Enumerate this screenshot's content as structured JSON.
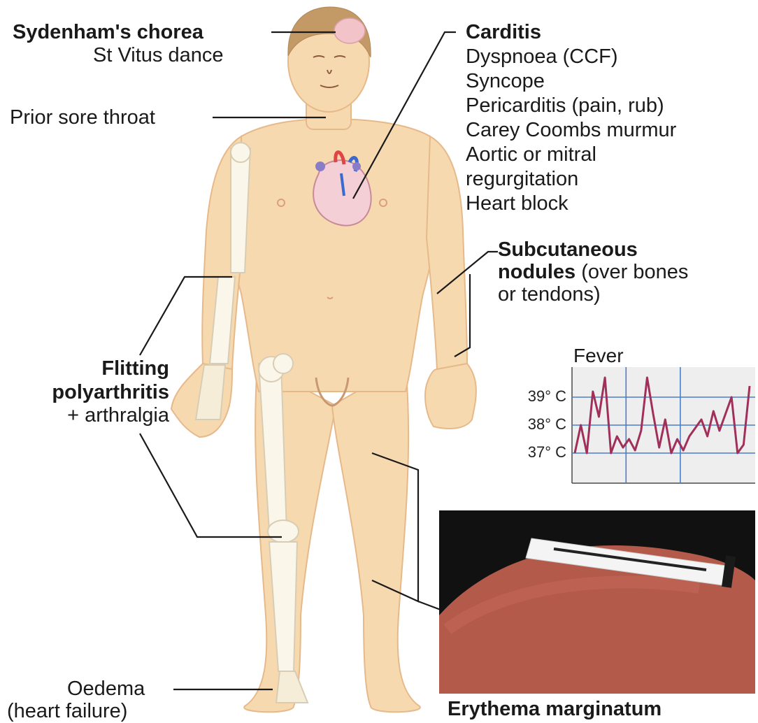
{
  "labels": {
    "sydenham_title": "Sydenham's chorea",
    "sydenham_sub": "St Vitus dance",
    "sore_throat": "Prior sore throat",
    "carditis_title": "Carditis",
    "carditis_items": [
      "Dyspnoea (CCF)",
      "Syncope",
      "Pericarditis (pain, rub)",
      "Carey Coombs murmur",
      "Aortic or mitral",
      "regurgitation",
      "Heart block"
    ],
    "nodules_title1": "Subcutaneous",
    "nodules_title2": "nodules",
    "nodules_rest1": " (over bones",
    "nodules_rest2": "or tendons)",
    "arthritis_title1": "Flitting",
    "arthritis_title2": "polyarthritis",
    "arthritis_sub": "+ arthralgia",
    "oedema": "Oedema",
    "oedema_sub": "(heart failure)",
    "erythema": "Erythema marginatum"
  },
  "colors": {
    "skin": "#f7d9b0",
    "skin_shadow": "#efc48f",
    "bone": "#fbf6ea",
    "line": "#1a1a1a",
    "fever_line": "#a0305a",
    "grid": "#4a7fc8",
    "chart_bg": "#eeeeee",
    "photo_bg": "#111111",
    "photo_skin": "#b45a4a"
  },
  "chart_data": {
    "type": "line",
    "title": "Fever",
    "yticks": [
      "39° C",
      "38° C",
      "37° C"
    ],
    "ytick_values": [
      39,
      38,
      37
    ],
    "ylim": [
      36.0,
      40.0
    ],
    "xlim": [
      0,
      29
    ],
    "grid": true,
    "series": [
      {
        "x": [
          0,
          1,
          2,
          3,
          4,
          5,
          6,
          7,
          8,
          9,
          10,
          11,
          12,
          13,
          14,
          15,
          16,
          17,
          18,
          19,
          20,
          21,
          22,
          23,
          24,
          25,
          26,
          27,
          28,
          29
        ],
        "values": [
          37.0,
          38.0,
          37.0,
          39.2,
          38.3,
          39.7,
          37.0,
          37.6,
          37.2,
          37.5,
          37.1,
          37.8,
          39.7,
          38.4,
          37.2,
          38.2,
          37.0,
          37.5,
          37.1,
          37.6,
          37.9,
          38.2,
          37.6,
          38.5,
          37.8,
          38.4,
          39.0,
          37.0,
          37.3,
          39.4
        ]
      }
    ]
  }
}
